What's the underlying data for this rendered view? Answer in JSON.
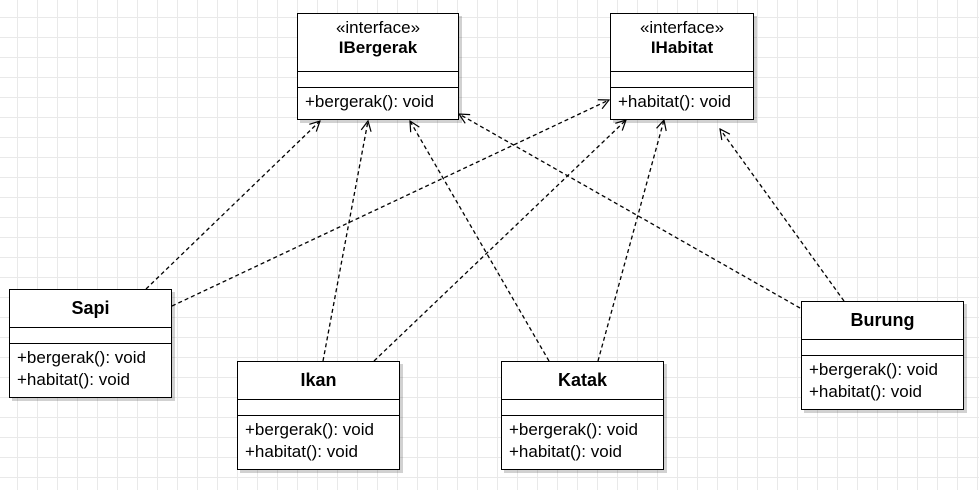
{
  "interfaces": [
    {
      "id": "ibergerak",
      "stereotype": "«interface»",
      "name": "IBergerak",
      "operations": [
        "+bergerak(): void"
      ]
    },
    {
      "id": "ihabitat",
      "stereotype": "«interface»",
      "name": "IHabitat",
      "operations": [
        "+habitat(): void"
      ]
    }
  ],
  "classes": [
    {
      "id": "sapi",
      "name": "Sapi",
      "operations": [
        "+bergerak(): void",
        "+habitat(): void"
      ]
    },
    {
      "id": "ikan",
      "name": "Ikan",
      "operations": [
        "+bergerak(): void",
        "+habitat(): void"
      ]
    },
    {
      "id": "katak",
      "name": "Katak",
      "operations": [
        "+bergerak(): void",
        "+habitat(): void"
      ]
    },
    {
      "id": "burung",
      "name": "Burung",
      "operations": [
        "+bergerak(): void",
        "+habitat(): void"
      ]
    }
  ],
  "relations": [
    {
      "from": "sapi",
      "to": "ibergerak",
      "type": "realization"
    },
    {
      "from": "sapi",
      "to": "ihabitat",
      "type": "realization"
    },
    {
      "from": "ikan",
      "to": "ibergerak",
      "type": "realization"
    },
    {
      "from": "ikan",
      "to": "ihabitat",
      "type": "realization"
    },
    {
      "from": "katak",
      "to": "ibergerak",
      "type": "realization"
    },
    {
      "from": "katak",
      "to": "ihabitat",
      "type": "realization"
    },
    {
      "from": "burung",
      "to": "ibergerak",
      "type": "realization"
    },
    {
      "from": "burung",
      "to": "ihabitat",
      "type": "realization"
    }
  ]
}
